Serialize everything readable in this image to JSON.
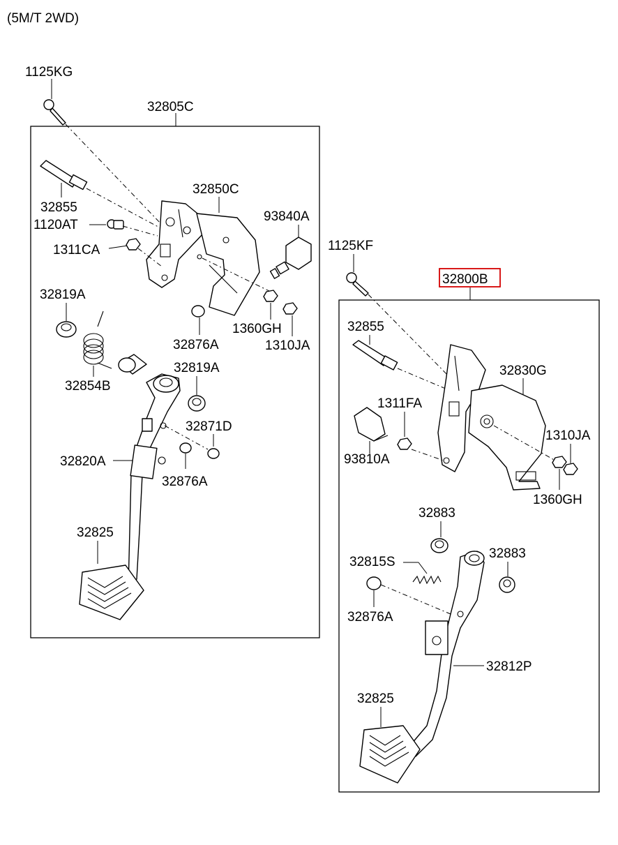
{
  "header": {
    "variant": "(5M/T 2WD)"
  },
  "left_assembly": {
    "group_label": "32805C",
    "labels": {
      "bolt_top": "1125KG",
      "pivot_bolt": "32855",
      "bolt_1120": "1120AT",
      "nut_1311": "1311CA",
      "bracket": "32850C",
      "switch": "93840A",
      "bushing_top": "32819A",
      "spring": "32854B",
      "bushing_mid": "32819A",
      "stopper_top": "32876A",
      "nut_1360": "1360GH",
      "nut_1310": "1310JA",
      "clip": "32871D",
      "pedal_arm": "32820A",
      "stopper_mid": "32876A",
      "pad": "32825"
    }
  },
  "right_assembly": {
    "group_label": "32800B",
    "labels": {
      "bolt_top": "1125KF",
      "pivot_bolt": "32855",
      "bracket": "32830G",
      "nut_1311": "1311FA",
      "switch": "93810A",
      "nut_1310": "1310JA",
      "nut_1360": "1360GH",
      "bushing_a": "32883",
      "bushing_b": "32883",
      "spring": "32815S",
      "stopper": "32876A",
      "pedal_arm": "32812P",
      "pad": "32825"
    }
  },
  "highlight_color": "#d40000"
}
